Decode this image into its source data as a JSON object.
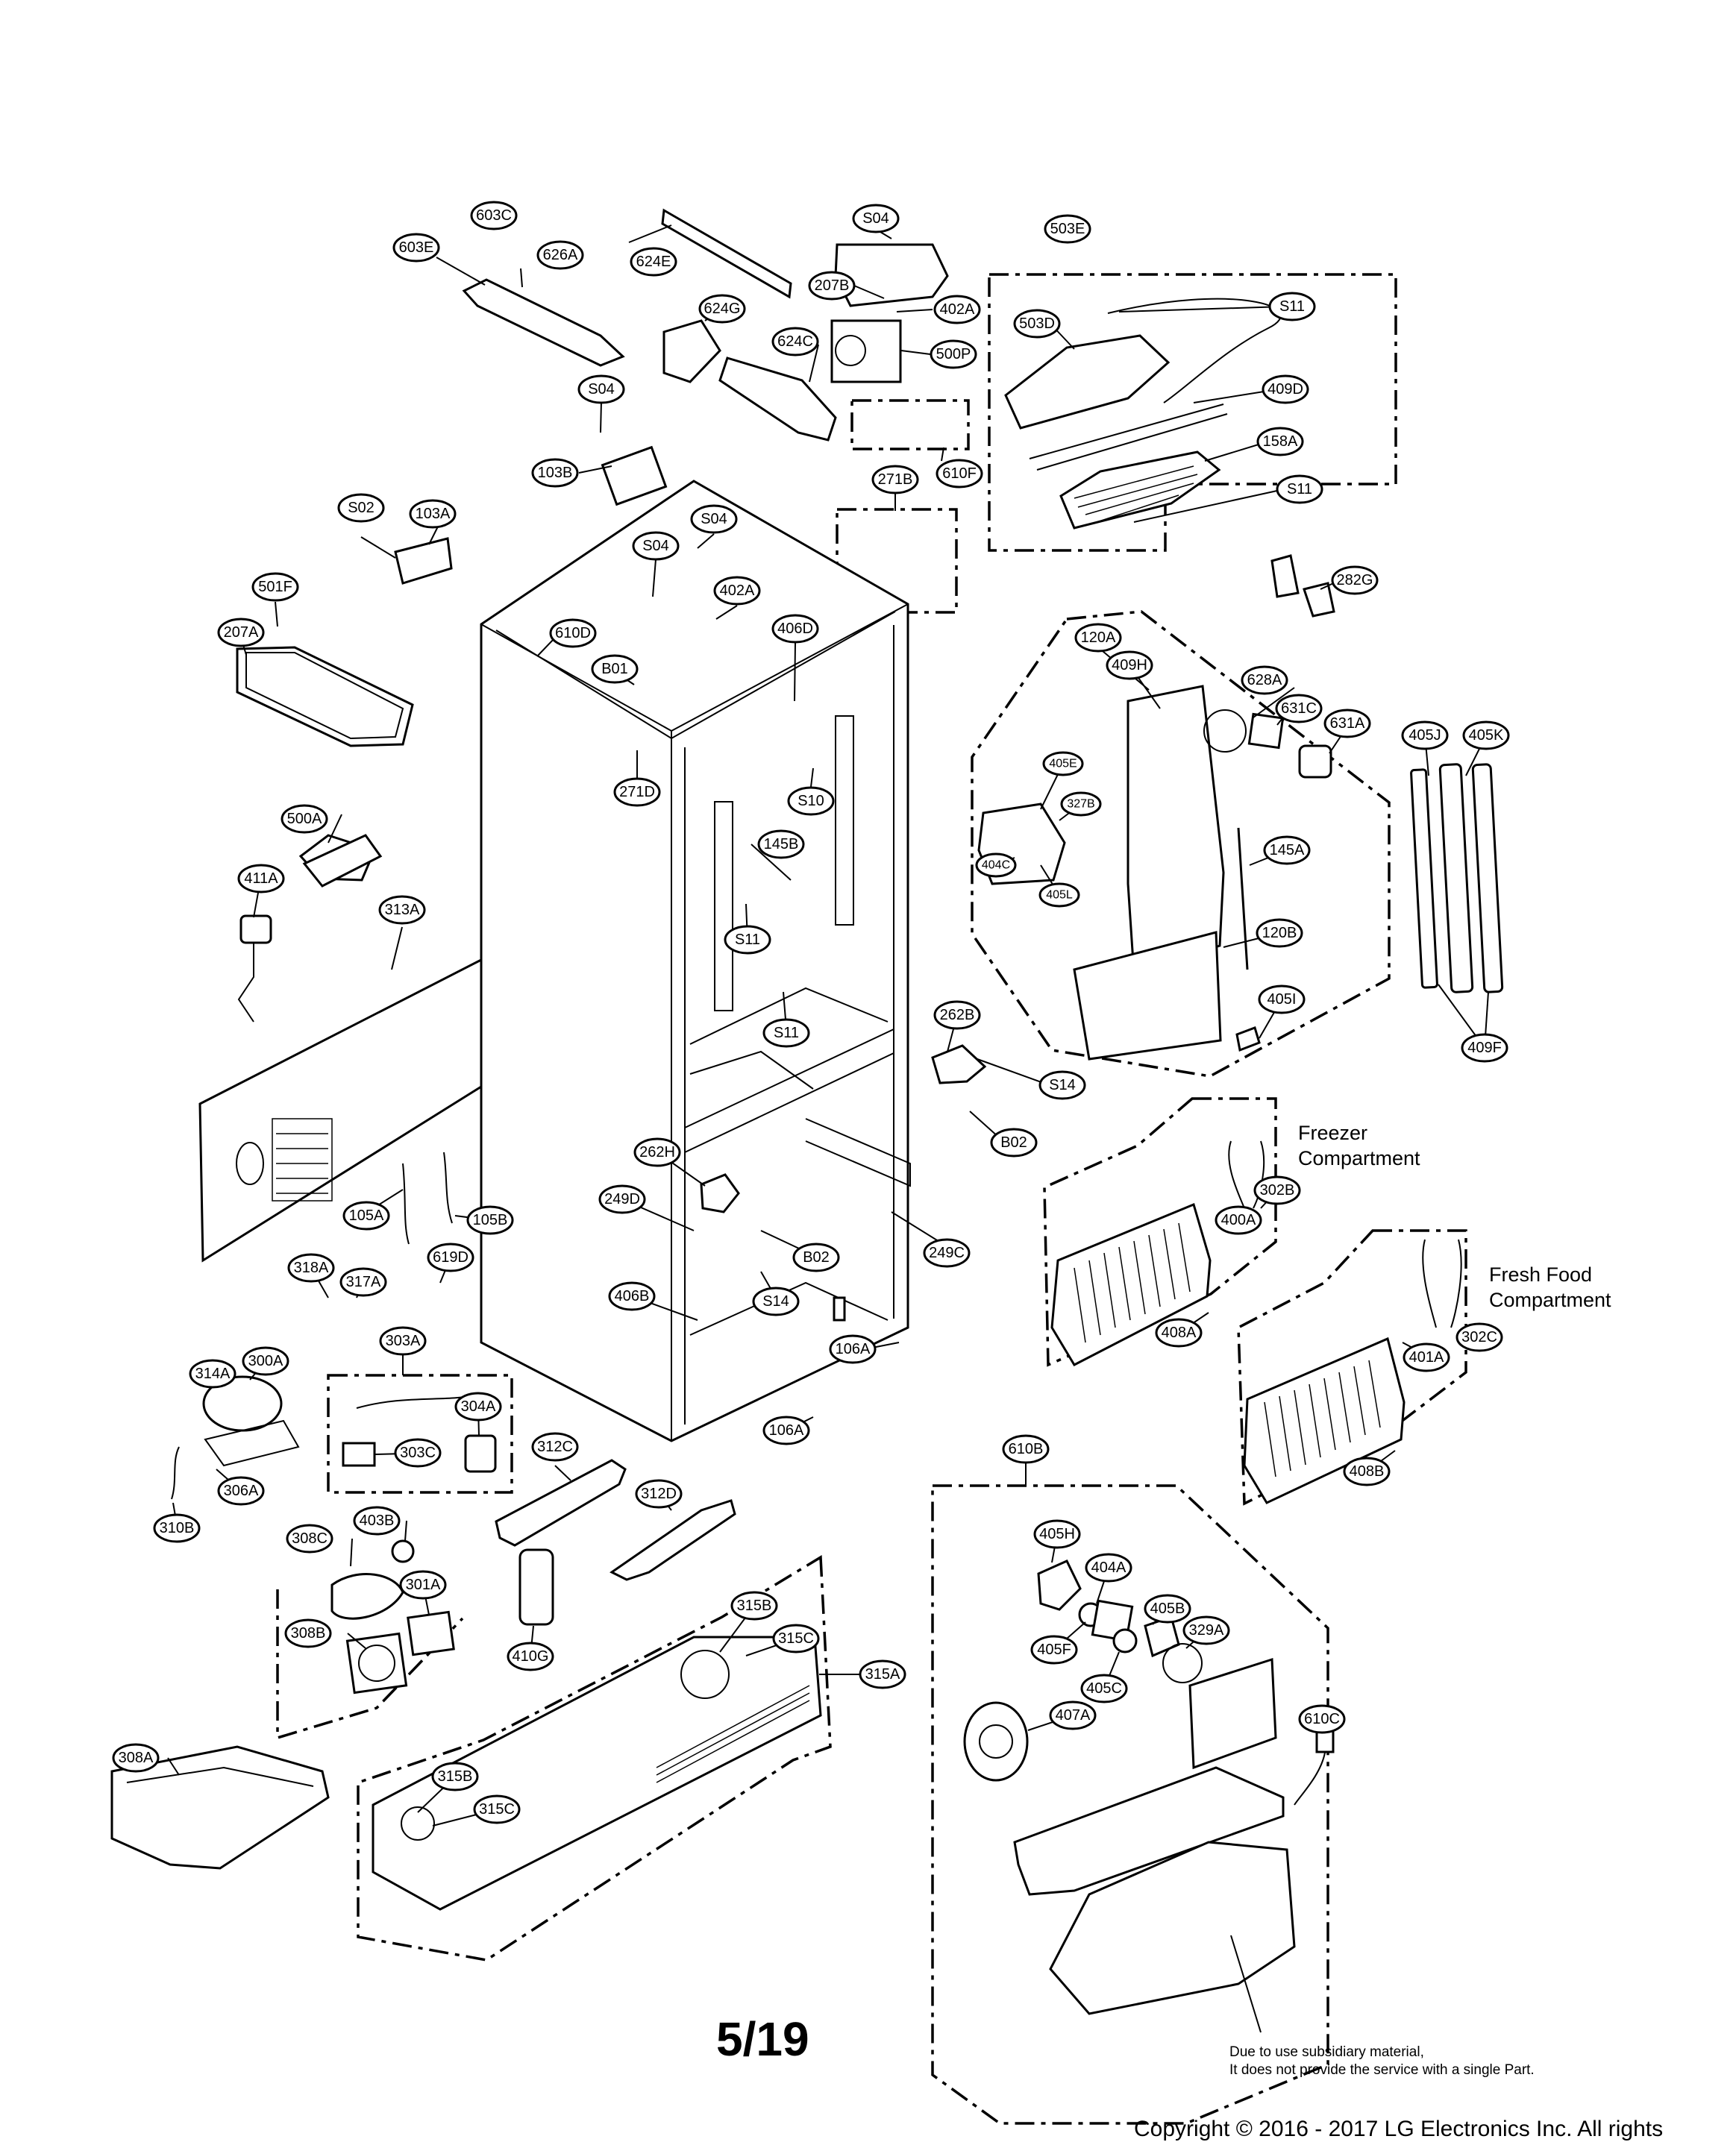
{
  "labels": {
    "freezer": [
      "Freezer",
      "Compartment"
    ],
    "fresh_food": [
      "Fresh Food",
      "Compartment"
    ],
    "note": [
      "Due to use subsidiary material,",
      "It does not provide the service with a single Part."
    ],
    "page_number": "5/19",
    "copyright": "Copyright © 2016 - 2017 LG Electronics Inc. All rights"
  },
  "callouts": [
    "603E",
    "603C",
    "626A",
    "624E",
    "S04",
    "207B",
    "402A",
    "500P",
    "624G",
    "624C",
    "503E",
    "S11",
    "503D",
    "409D",
    "158A",
    "S11",
    "S04",
    "103B",
    "610F",
    "271B",
    "S04",
    "103A",
    "S02",
    "501F",
    "207A",
    "S04",
    "402A",
    "610D",
    "B01",
    "406D",
    "271D",
    "S10",
    "282G",
    "120A",
    "409H",
    "628A",
    "631C",
    "631A",
    "405E",
    "327B",
    "404C",
    "405L",
    "145A",
    "405J",
    "405K",
    "120B",
    "405I",
    "409F",
    "500A",
    "411A",
    "145B",
    "S11",
    "S11",
    "313A",
    "262B",
    "S14",
    "B02",
    "262H",
    "105A",
    "105B",
    "249D",
    "B02",
    "S14",
    "406B",
    "249C",
    "318A",
    "317A",
    "619D",
    "303A",
    "314A",
    "300A",
    "304A",
    "303C",
    "306A",
    "310B",
    "106A",
    "106A",
    "302B",
    "400A",
    "408A",
    "302C",
    "401A",
    "408B",
    "312C",
    "312D",
    "308C",
    "403B",
    "301A",
    "308B",
    "410G",
    "315B",
    "315C",
    "315A",
    "308A",
    "315B",
    "315C",
    "610B",
    "405H",
    "404A",
    "405B",
    "329A",
    "405F",
    "405C",
    "407A",
    "610C"
  ]
}
